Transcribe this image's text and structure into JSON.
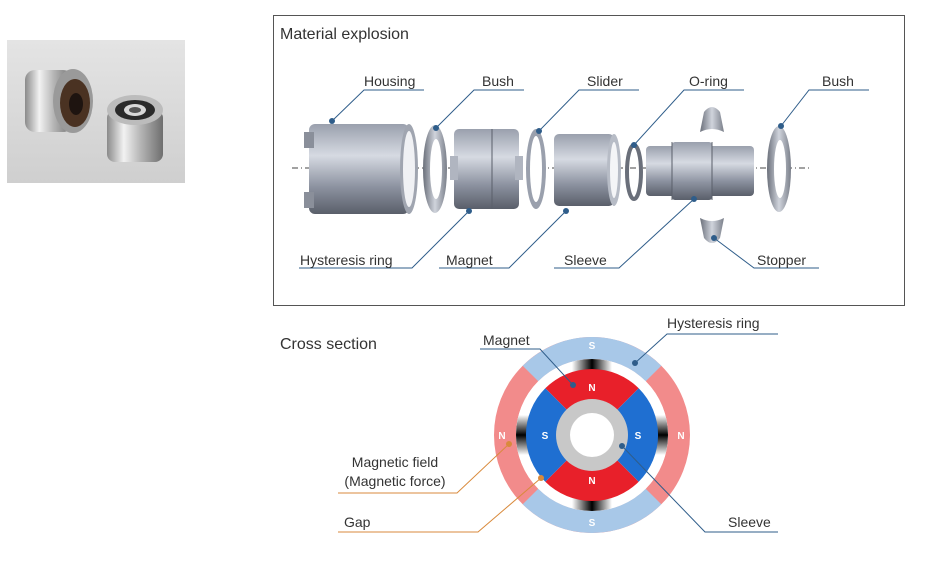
{
  "explosion": {
    "title": "Material explosion",
    "labels": {
      "housing": "Housing",
      "bush_left": "Bush",
      "slider": "Slider",
      "oring": "O-ring",
      "bush_right": "Bush",
      "hysteresis_ring": "Hysteresis ring",
      "magnet": "Magnet",
      "sleeve": "Sleeve",
      "stopper": "Stopper"
    }
  },
  "cross_section": {
    "title": "Cross section",
    "labels": {
      "magnet": "Magnet",
      "hysteresis_ring": "Hysteresis ring",
      "magnetic_field_line1": "Magnetic field",
      "magnetic_field_line2": "(Magnetic force)",
      "gap": "Gap",
      "sleeve": "Sleeve"
    },
    "poles": {
      "outer_top": "S",
      "outer_bottom": "S",
      "outer_left": "N",
      "outer_right": "N",
      "inner_top": "N",
      "inner_bottom": "N",
      "inner_left": "S",
      "inner_right": "S"
    }
  },
  "colors": {
    "leader_blue": "#2f5d8a",
    "leader_orange": "#d98a3c",
    "ring_blue": "#a8c8e8",
    "ring_pink": "#f28b8b",
    "magnet_red": "#e8202a",
    "magnet_blue": "#1f6fd1",
    "sleeve_grey": "#c8c8c8"
  }
}
